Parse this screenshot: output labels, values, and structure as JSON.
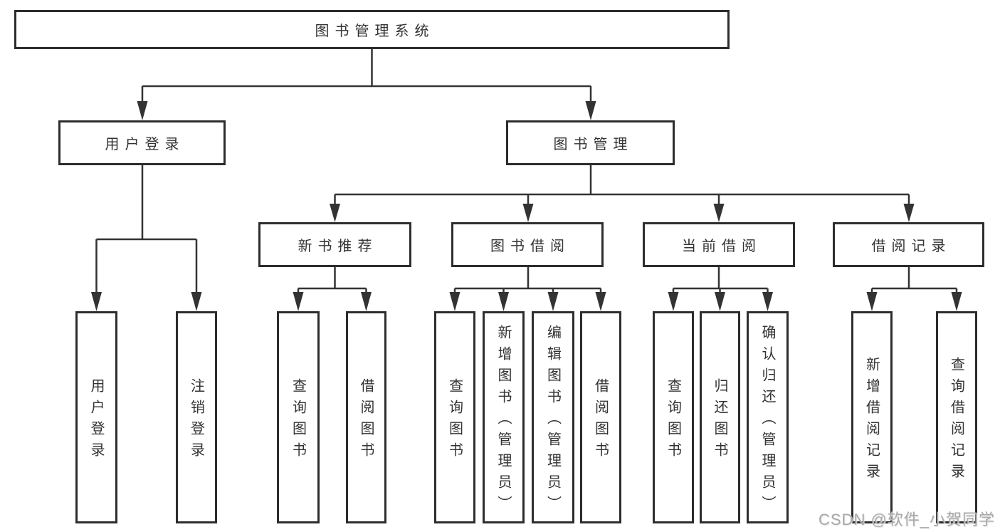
{
  "page": {
    "background": "#ffffff"
  },
  "colors": {
    "line": "#333333",
    "box_border": "#2d2d2d",
    "text": "#333333",
    "watermark": "#a9a9a9"
  },
  "diagram": {
    "root": {
      "label": "图书管理系统"
    },
    "branches": {
      "user_login": {
        "label": "用户登录",
        "children": [
          "用户登录",
          "注销登录"
        ]
      },
      "book_mgmt": {
        "label": "图书管理",
        "children": [
          {
            "label": "新书推荐",
            "children": [
              "查询图书",
              "借阅图书"
            ]
          },
          {
            "label": "图书借阅",
            "children": [
              "查询图书",
              "新增图书（管理员）",
              "编辑图书（管理员）",
              "借阅图书"
            ]
          },
          {
            "label": "当前借阅",
            "children": [
              "查询图书",
              "归还图书",
              "确认归还（管理员）"
            ]
          },
          {
            "label": "借阅记录",
            "children": [
              "新增借阅记录",
              "查询借阅记录"
            ]
          }
        ]
      }
    }
  },
  "watermark": {
    "text": "CSDN @软件_小贺同学"
  }
}
